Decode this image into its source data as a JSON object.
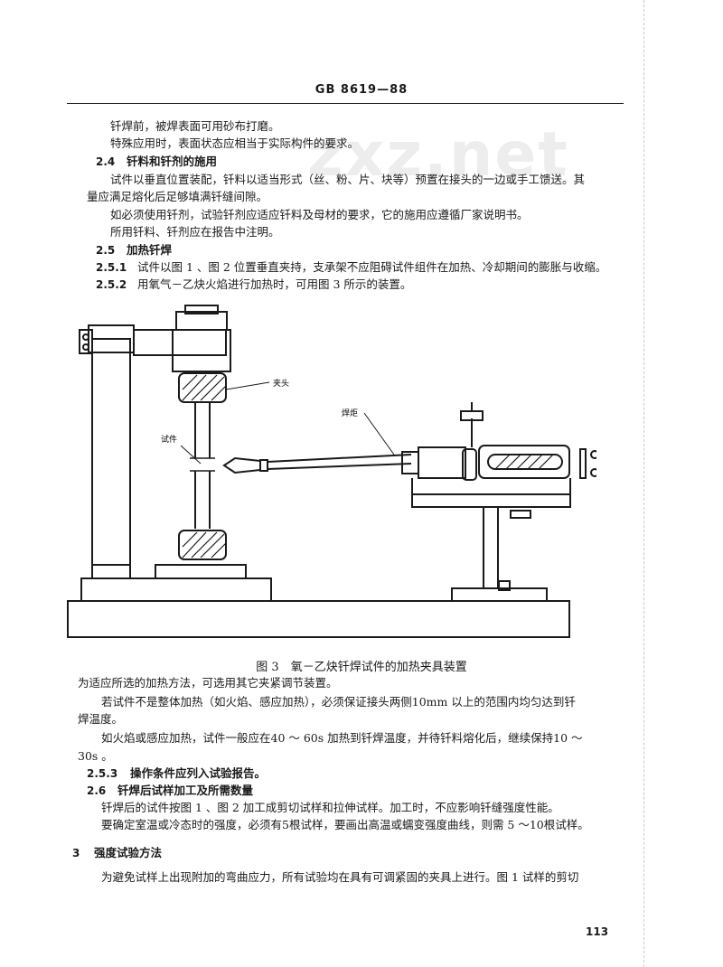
{
  "header": {
    "standard": "GB 8619—88"
  },
  "watermark": "zxz.net",
  "lines": [
    "钎焊前，被焊表面可用砂布打磨。",
    "特殊应用时，表面状态应相当于实际构件的要求。",
    "钎料和钎剂的施用",
    "试件以垂直位置装配，钎料以适当形式（丝、粉、片、块等）预置在接头的一边或手工馈送。其",
    "量应满足熔化后足够填满钎缝间隙。",
    "如必须使用钎剂，试验钎剂应适应钎料及母材的要求，它的施用应遵循厂家说明书。",
    "所用钎料、钎剂应在报告中注明。",
    "加热钎焊",
    "试件以图 1 、图 2 位置垂直夹持，支承架不应阻碍试件组件在加热、冷却期间的膨胀与收缩。",
    "用氧气－乙炔火焰进行加热时，可用图 3 所示的装置。"
  ],
  "section_numbers": {
    "s24": "2.4",
    "s25": "2.5",
    "s251": "2.5.1",
    "s252": "2.5.2",
    "s253": "2.5.3",
    "s26": "2.6",
    "s3": "3"
  },
  "figure": {
    "caption": "图 3　氧－乙炔钎焊试件的加热夹具装置",
    "label_clamp": "夹头",
    "label_torch": "焊炬",
    "label_specimen": "试件"
  },
  "after": [
    "为适应所选的加热方法，可选用其它夹紧调节装置。",
    "若试件不是整体加热（如火焰、感应加热），必须保证接头两侧10mm 以上的范围内均匀达到钎",
    "焊温度。",
    "如火焰或感应加热，试件一般应在40 ～ 60s 加热到钎焊温度，并待钎料熔化后，继续保持10 ～",
    "30s 。",
    "操作条件应列入试验报告。",
    "钎焊后试样加工及所需数量",
    "钎焊后的试件按图 1 、图 2 加工成剪切试样和拉伸试样。加工时，不应影响钎缝强度性能。",
    "要确定室温或冷态时的强度，必须有5根试样，要画出高温或蠕变强度曲线，则需 5 ～10根试样。",
    "强度试验方法",
    "为避免试样上出现附加的弯曲应力，所有试验均在具有可调紧固的夹具上进行。图 1 试样的剪切"
  ],
  "page_number": "113"
}
